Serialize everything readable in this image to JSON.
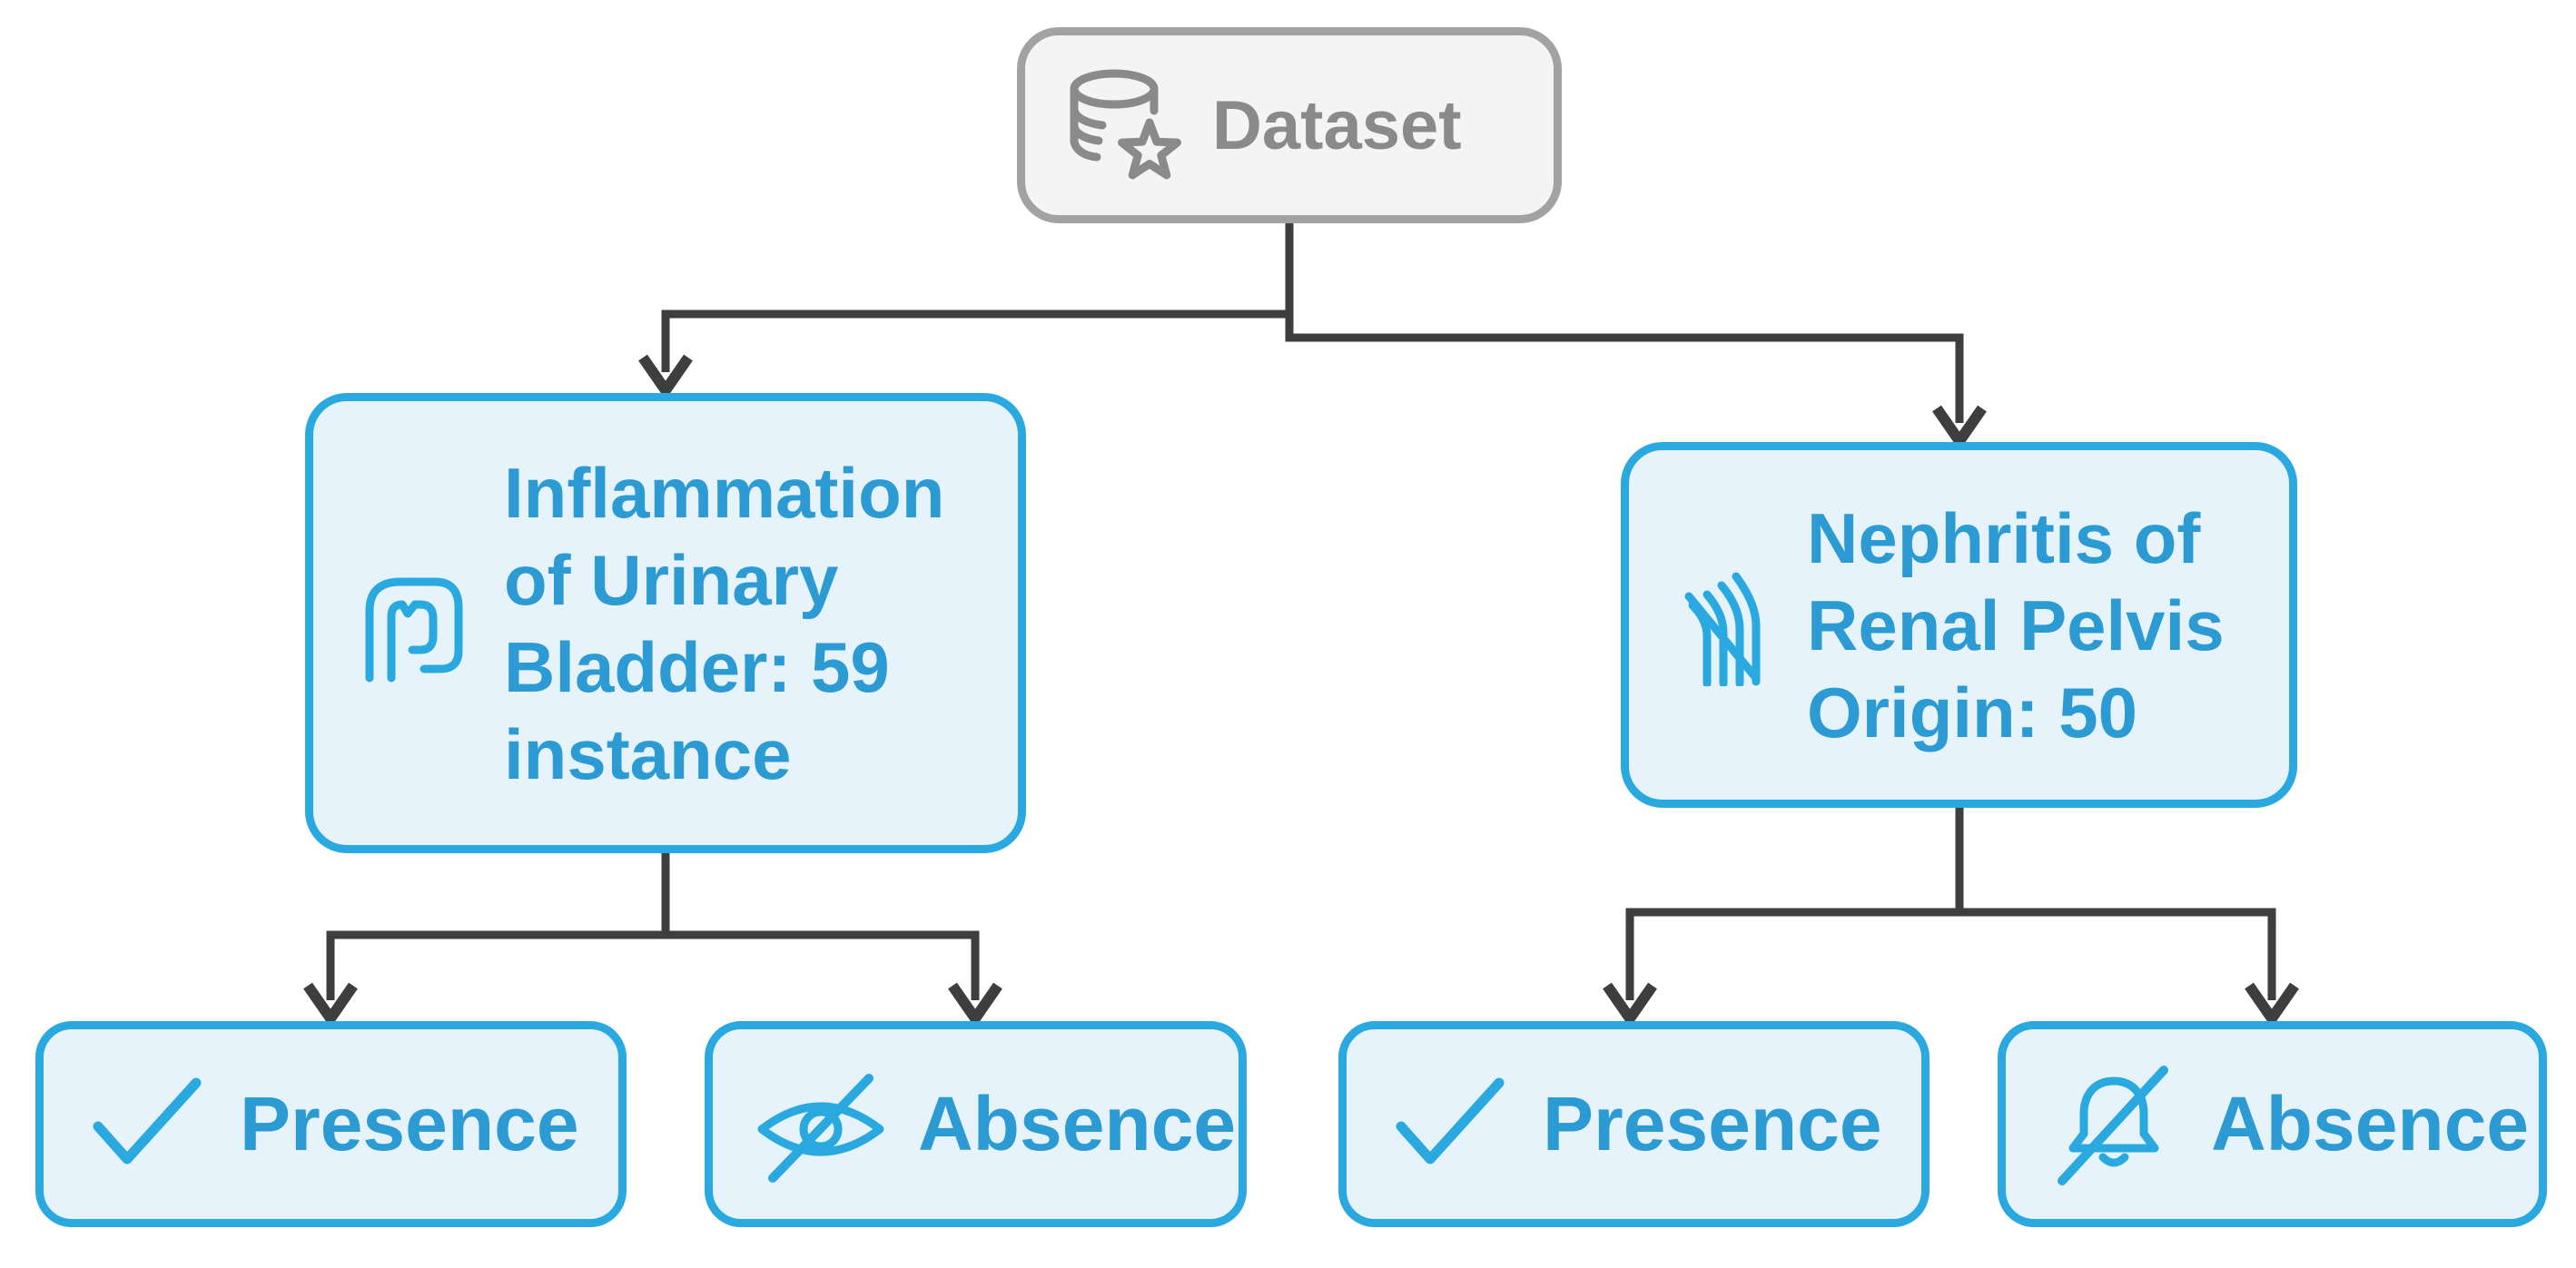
{
  "diagram": {
    "root": {
      "label": "Dataset",
      "icon": "database-star-icon"
    },
    "branches": [
      {
        "icon": "intestine-icon",
        "label": "Inflammation of Urinary Bladder: 59 instance",
        "lines": [
          "Inflammation",
          "of Urinary",
          "Bladder: 59",
          "instance"
        ],
        "children": [
          {
            "label": "Presence",
            "icon": "check-icon"
          },
          {
            "label": "Absence",
            "icon": "eye-slash-icon"
          }
        ]
      },
      {
        "icon": "kidney-strands-icon",
        "label": "Nephritis of Renal Pelvis Origin: 50",
        "lines": [
          "Nephritis of",
          "Renal Pelvis",
          "Origin: 50"
        ],
        "children": [
          {
            "label": "Presence",
            "icon": "check-icon"
          },
          {
            "label": "Absence",
            "icon": "bell-slash-icon"
          }
        ]
      }
    ]
  },
  "colors": {
    "accent_border": "#2aa9e0",
    "node_fill": "#e6f3fb",
    "node_text": "#2c9ad3",
    "root_border": "#a2a2a2",
    "root_fill": "#f4f4f4",
    "root_text": "#8a8a8a",
    "connector": "#3e3e3e",
    "background": "#ffffff"
  }
}
